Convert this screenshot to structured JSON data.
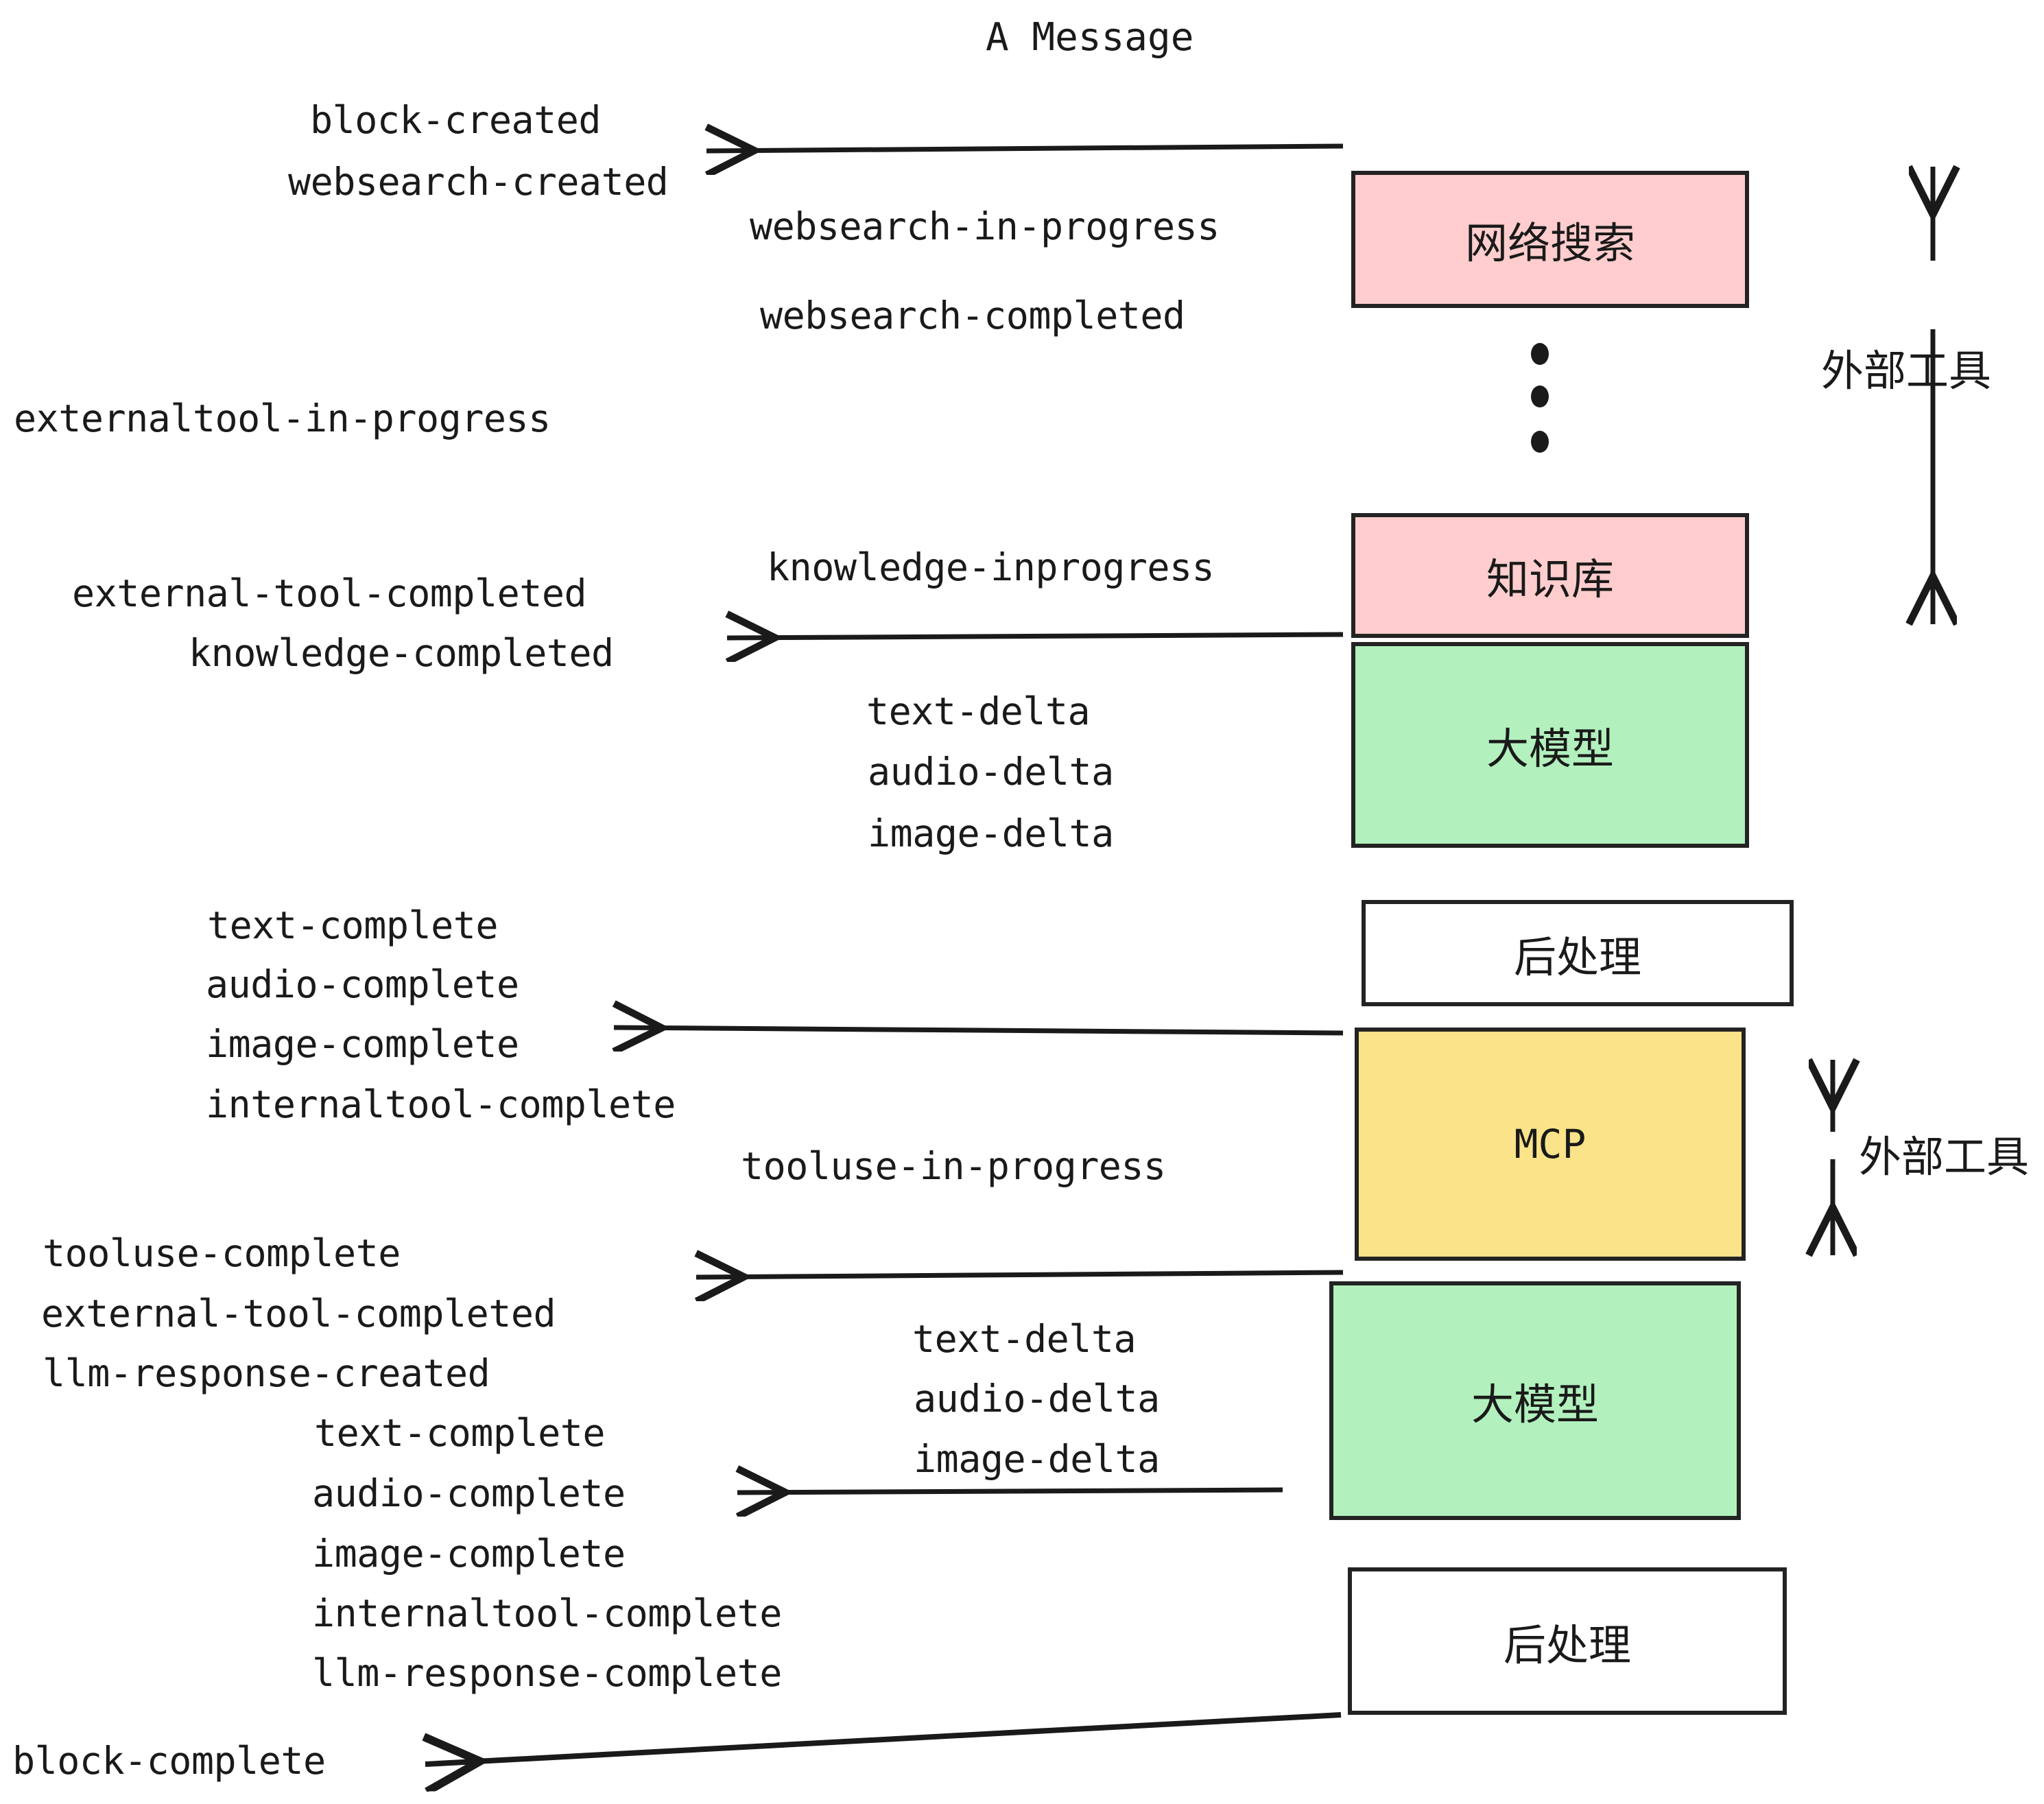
{
  "title": "A Message",
  "colors": {
    "pink": "#ffcdcd",
    "green": "#b2f0bd",
    "yellow": "#fae388",
    "white": "#ffffff",
    "stroke": "#232323",
    "text": "#1a1a1a",
    "background": "#ffffff"
  },
  "nodes": {
    "websearch": "网络搜索",
    "knowledge": "知识库",
    "llm_top": "大模型",
    "postprocess_top": "后处理",
    "mcp": "MCP",
    "llm_bottom": "大模型",
    "postprocess_bottom": "后处理"
  },
  "side_labels": {
    "external_tool_top": "外部工具",
    "external_tool_bottom": "外部工具"
  },
  "events": {
    "block_created": "block-created",
    "websearch_created": "websearch-created",
    "websearch_in_progress": "websearch-in-progress",
    "websearch_completed": "websearch-completed",
    "externaltool_in_progress": "externaltool-in-progress",
    "knowledge_inprogress": "knowledge-inprogress",
    "external_tool_completed_1": "external-tool-completed",
    "knowledge_completed": "knowledge-completed",
    "text_delta_1": "text-delta",
    "audio_delta_1": "audio-delta",
    "image_delta_1": "image-delta",
    "text_complete_1": "text-complete",
    "audio_complete_1": "audio-complete",
    "image_complete_1": "image-complete",
    "internaltool_complete_1": "internaltool-complete",
    "tooluse_in_progress": "tooluse-in-progress",
    "tooluse_complete": "tooluse-complete",
    "external_tool_completed_2": "external-tool-completed",
    "llm_response_created": "llm-response-created",
    "text_delta_2": "text-delta",
    "audio_delta_2": "audio-delta",
    "image_delta_2": "image-delta",
    "text_complete_2": "text-complete",
    "audio_complete_2": "audio-complete",
    "image_complete_2": "image-complete",
    "internaltool_complete_2": "internaltool-complete",
    "llm_response_complete": "llm-response-complete",
    "block_complete": "block-complete"
  }
}
